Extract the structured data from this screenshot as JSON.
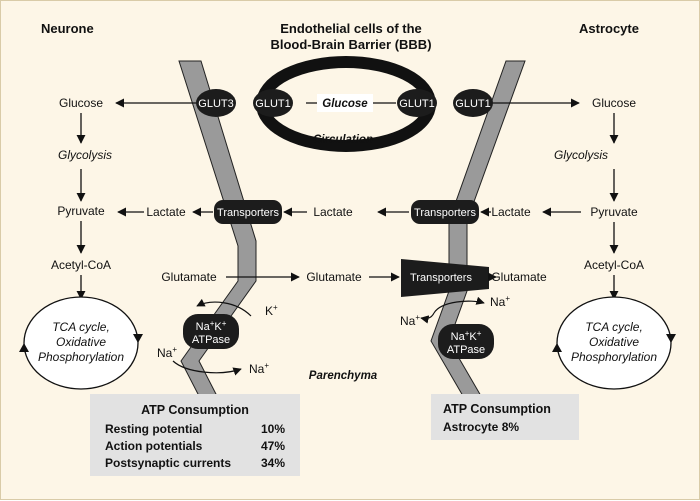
{
  "headers": {
    "neurone": "Neurone",
    "bbb_line1": "Endothelial cells of the",
    "bbb_line2": "Blood-Brain Barrier (BBB)",
    "astrocyte": "Astrocyte"
  },
  "bbb": {
    "glut3": "GLUT3",
    "glut1": "GLUT1",
    "glucose": "Glucose",
    "circulation": "Circulation"
  },
  "neurone": {
    "glucose": "Glucose",
    "glycolysis": "Glycolysis",
    "pyruvate": "Pyruvate",
    "lactate": "Lactate",
    "acetyl_coa": "Acetyl-CoA",
    "glutamate": "Glutamate",
    "tca_line1": "TCA cycle,",
    "tca_line2": "Oxidative",
    "tca_line3": "Phosphorylation"
  },
  "astrocyte": {
    "glucose": "Glucose",
    "glycolysis": "Glycolysis",
    "pyruvate": "Pyruvate",
    "lactate": "Lactate",
    "acetyl_coa": "Acetyl-CoA",
    "glutamate": "Glutamate",
    "tca_line1": "TCA cycle,",
    "tca_line2": "Oxidative",
    "tca_line3": "Phosphorylation"
  },
  "middle": {
    "transporters": "Transporters",
    "lactate": "Lactate",
    "glutamate": "Glutamate",
    "parenchyma": "Parenchyma"
  },
  "pump": {
    "na": "Na",
    "k": "K",
    "plus": "+",
    "atpase": "ATPase"
  },
  "atp_neurone": {
    "title": "ATP Consumption",
    "rows": [
      {
        "label": "Resting potential",
        "value": "10%"
      },
      {
        "label": "Action potentials",
        "value": "47%"
      },
      {
        "label": "Postsynaptic currents",
        "value": "34%"
      }
    ]
  },
  "atp_astrocyte": {
    "title": "ATP Consumption",
    "line": "Astrocyte 8%"
  }
}
